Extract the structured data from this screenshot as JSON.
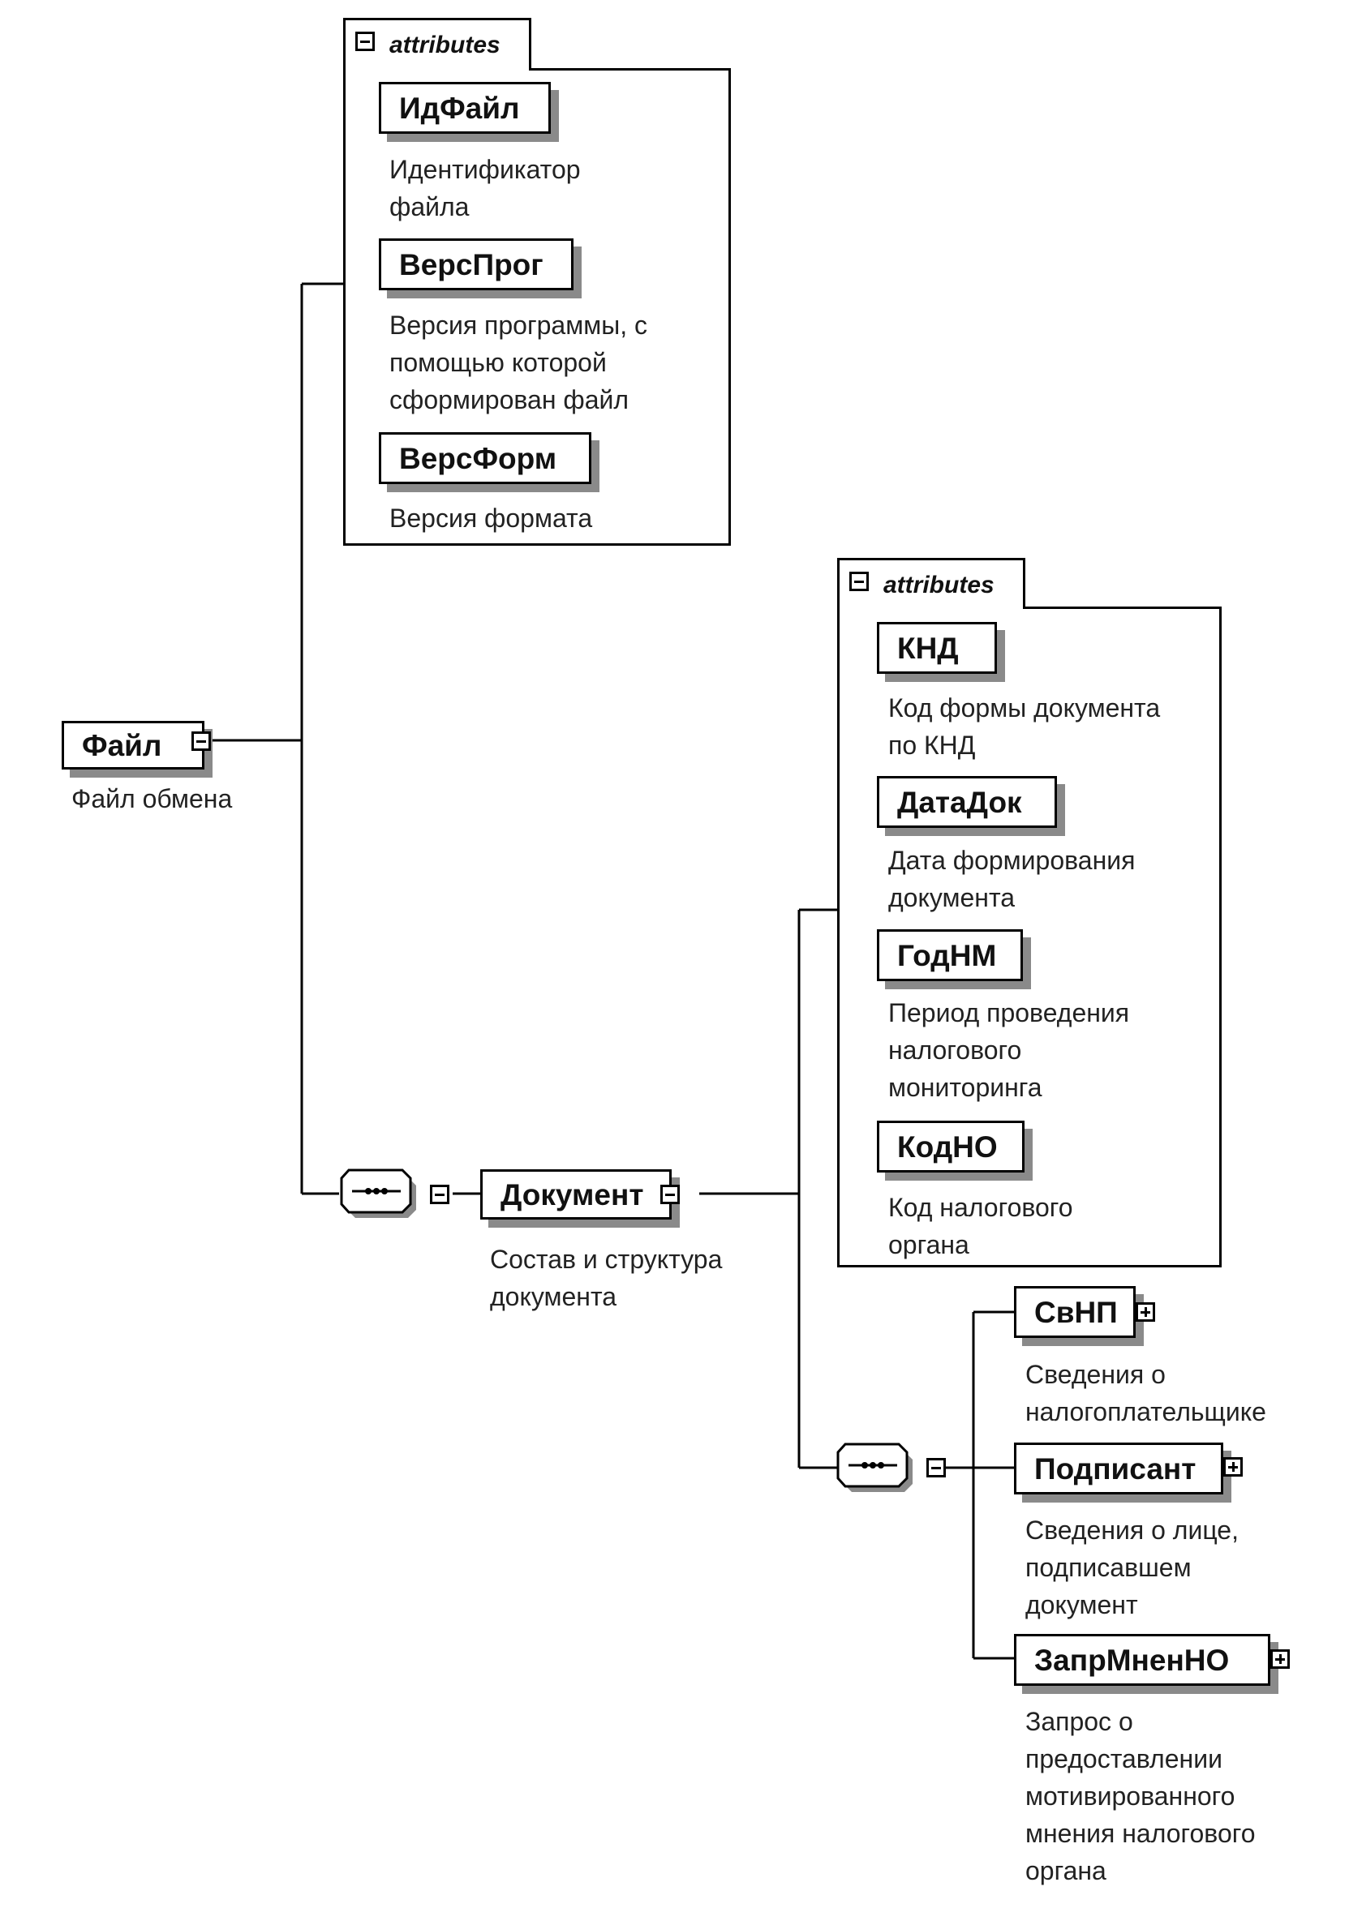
{
  "diagram": {
    "root": {
      "name": "Файл",
      "description": [
        "Файл обмена"
      ],
      "expanded": true
    },
    "root_attributes": {
      "tab_label": "attributes",
      "items": [
        {
          "name": "ИдФайл",
          "description": [
            "Идентификатор",
            "файла"
          ]
        },
        {
          "name": "ВерсПрог",
          "description": [
            "Версия программы, с",
            "помощью которой",
            "сформирован файл"
          ]
        },
        {
          "name": "ВерсФорм",
          "description": [
            "Версия формата"
          ]
        }
      ]
    },
    "document": {
      "name": "Документ",
      "description": [
        "Состав и структура",
        "документа"
      ],
      "expanded": true
    },
    "document_attributes": {
      "tab_label": "attributes",
      "items": [
        {
          "name": "КНД",
          "description": [
            "Код формы документа",
            "по КНД"
          ]
        },
        {
          "name": "ДатаДок",
          "description": [
            "Дата формирования",
            "документа"
          ]
        },
        {
          "name": "ГодНМ",
          "description": [
            "Период проведения",
            "налогового",
            "мониторинга"
          ]
        },
        {
          "name": "КодНО",
          "description": [
            "Код налогового",
            "органа"
          ]
        }
      ]
    },
    "document_children": [
      {
        "name": "СвНП",
        "description": [
          "Сведения о",
          "налогоплательщике"
        ],
        "expanded": false
      },
      {
        "name": "Подписант",
        "description": [
          "Сведения о лице,",
          "подписавшем",
          "документ"
        ],
        "expanded": false
      },
      {
        "name": "ЗапрМненНО",
        "description": [
          "Запрос о",
          "предоставлении",
          "мотивированного",
          "мнения налогового",
          "органа"
        ],
        "expanded": false
      }
    ],
    "icons": {
      "collapse": "minus-box-icon",
      "expand": "plus-box-icon",
      "sequence": "sequence-compositor-icon"
    }
  }
}
